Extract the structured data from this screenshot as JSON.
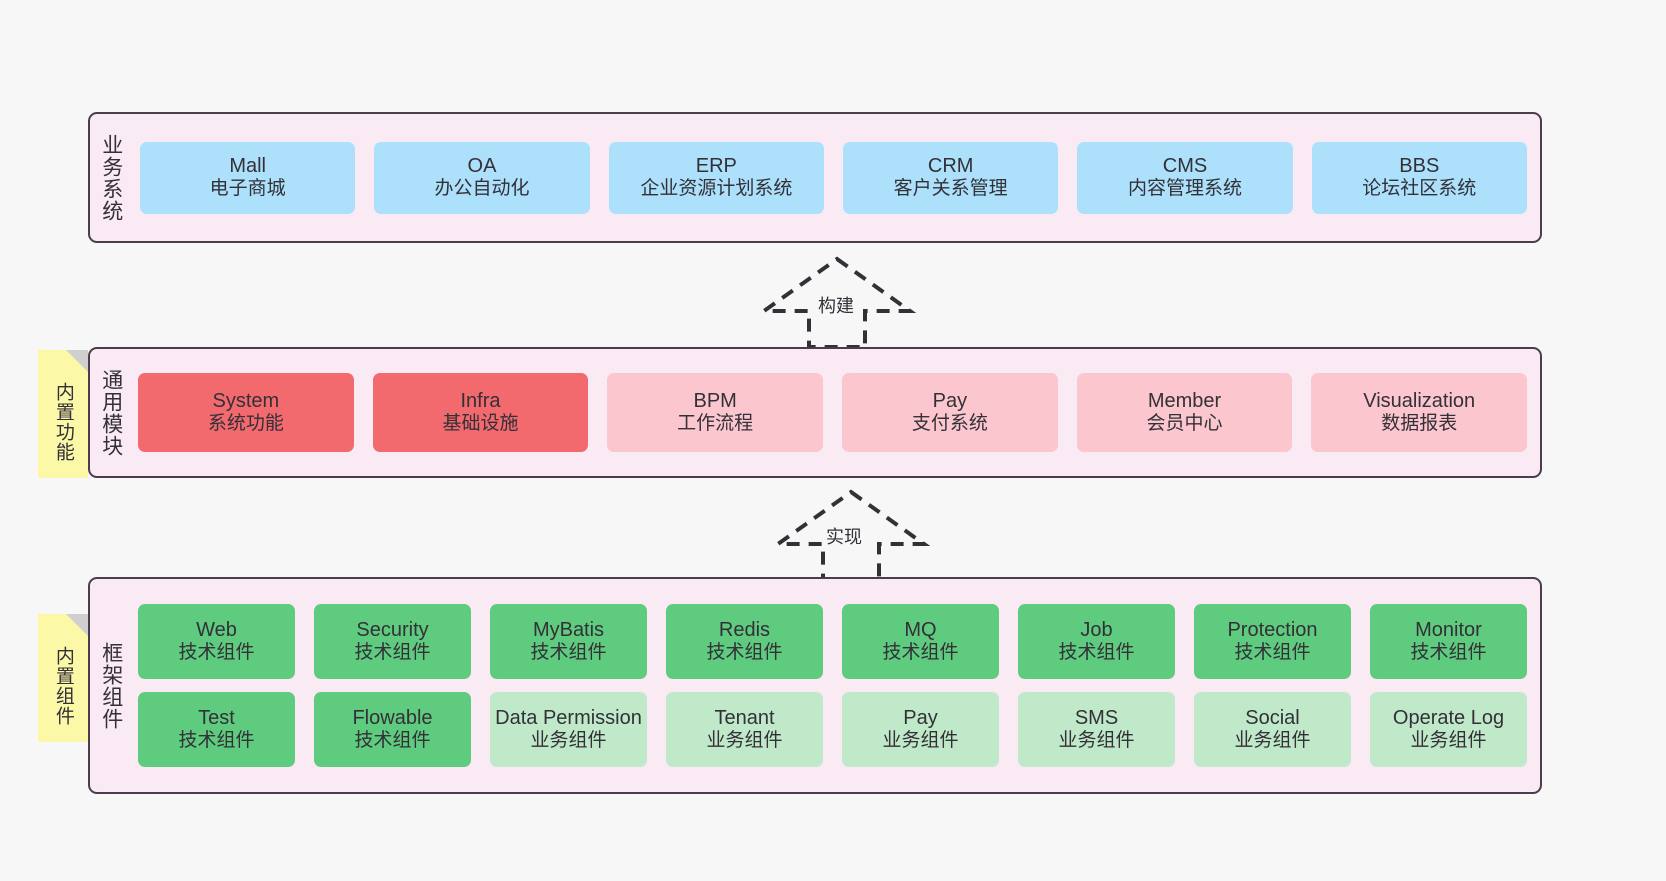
{
  "layers": [
    {
      "id": "business",
      "title": "业务系统",
      "rows": [
        [
          {
            "en": "Mall",
            "cn": "电子商城",
            "style": "c-blue"
          },
          {
            "en": "OA",
            "cn": "办公自动化",
            "style": "c-blue"
          },
          {
            "en": "ERP",
            "cn": "企业资源计划系统",
            "style": "c-blue"
          },
          {
            "en": "CRM",
            "cn": "客户关系管理",
            "style": "c-blue"
          },
          {
            "en": "CMS",
            "cn": "内容管理系统",
            "style": "c-blue"
          },
          {
            "en": "BBS",
            "cn": "论坛社区系统",
            "style": "c-blue"
          }
        ]
      ]
    },
    {
      "id": "common",
      "title": "通用模块",
      "rows": [
        [
          {
            "en": "System",
            "cn": "系统功能",
            "style": "c-red"
          },
          {
            "en": "Infra",
            "cn": "基础设施",
            "style": "c-red"
          },
          {
            "en": "BPM",
            "cn": "工作流程",
            "style": "c-pink"
          },
          {
            "en": "Pay",
            "cn": "支付系统",
            "style": "c-pink"
          },
          {
            "en": "Member",
            "cn": "会员中心",
            "style": "c-pink"
          },
          {
            "en": "Visualization",
            "cn": "数据报表",
            "style": "c-pink"
          }
        ]
      ]
    },
    {
      "id": "frame",
      "title": "框架组件",
      "rows": [
        [
          {
            "en": "Web",
            "cn": "技术组件",
            "style": "c-green"
          },
          {
            "en": "Security",
            "cn": "技术组件",
            "style": "c-green"
          },
          {
            "en": "MyBatis",
            "cn": "技术组件",
            "style": "c-green"
          },
          {
            "en": "Redis",
            "cn": "技术组件",
            "style": "c-green"
          },
          {
            "en": "MQ",
            "cn": "技术组件",
            "style": "c-green"
          },
          {
            "en": "Job",
            "cn": "技术组件",
            "style": "c-green"
          },
          {
            "en": "Protection",
            "cn": "技术组件",
            "style": "c-green"
          },
          {
            "en": "Monitor",
            "cn": "技术组件",
            "style": "c-green"
          }
        ],
        [
          {
            "en": "Test",
            "cn": "技术组件",
            "style": "c-green"
          },
          {
            "en": "Flowable",
            "cn": "技术组件",
            "style": "c-green"
          },
          {
            "en": "Data Permission",
            "cn": "业务组件",
            "style": "c-lightgreen"
          },
          {
            "en": "Tenant",
            "cn": "业务组件",
            "style": "c-lightgreen"
          },
          {
            "en": "Pay",
            "cn": "业务组件",
            "style": "c-lightgreen"
          },
          {
            "en": "SMS",
            "cn": "业务组件",
            "style": "c-lightgreen"
          },
          {
            "en": "Social",
            "cn": "业务组件",
            "style": "c-lightgreen"
          },
          {
            "en": "Operate Log",
            "cn": "业务组件",
            "style": "c-lightgreen"
          }
        ]
      ]
    }
  ],
  "notes": [
    {
      "id": "function",
      "label": "内置功能"
    },
    {
      "id": "component",
      "label": "内置组件"
    }
  ],
  "arrows": [
    {
      "id": "build",
      "label": "构建"
    },
    {
      "id": "impl",
      "label": "实现"
    }
  ],
  "colors": {
    "canvas": "#f7f7f7",
    "layer_fill": "#f9eaf4",
    "layer_border": "#4a3d4c",
    "blue": "#ace0fb",
    "red": "#f26a6e",
    "pink": "#fbc6ce",
    "green": "#5ecb7f",
    "light_green": "#bfe9c8",
    "note": "#fbf8a8",
    "text": "#333038"
  }
}
